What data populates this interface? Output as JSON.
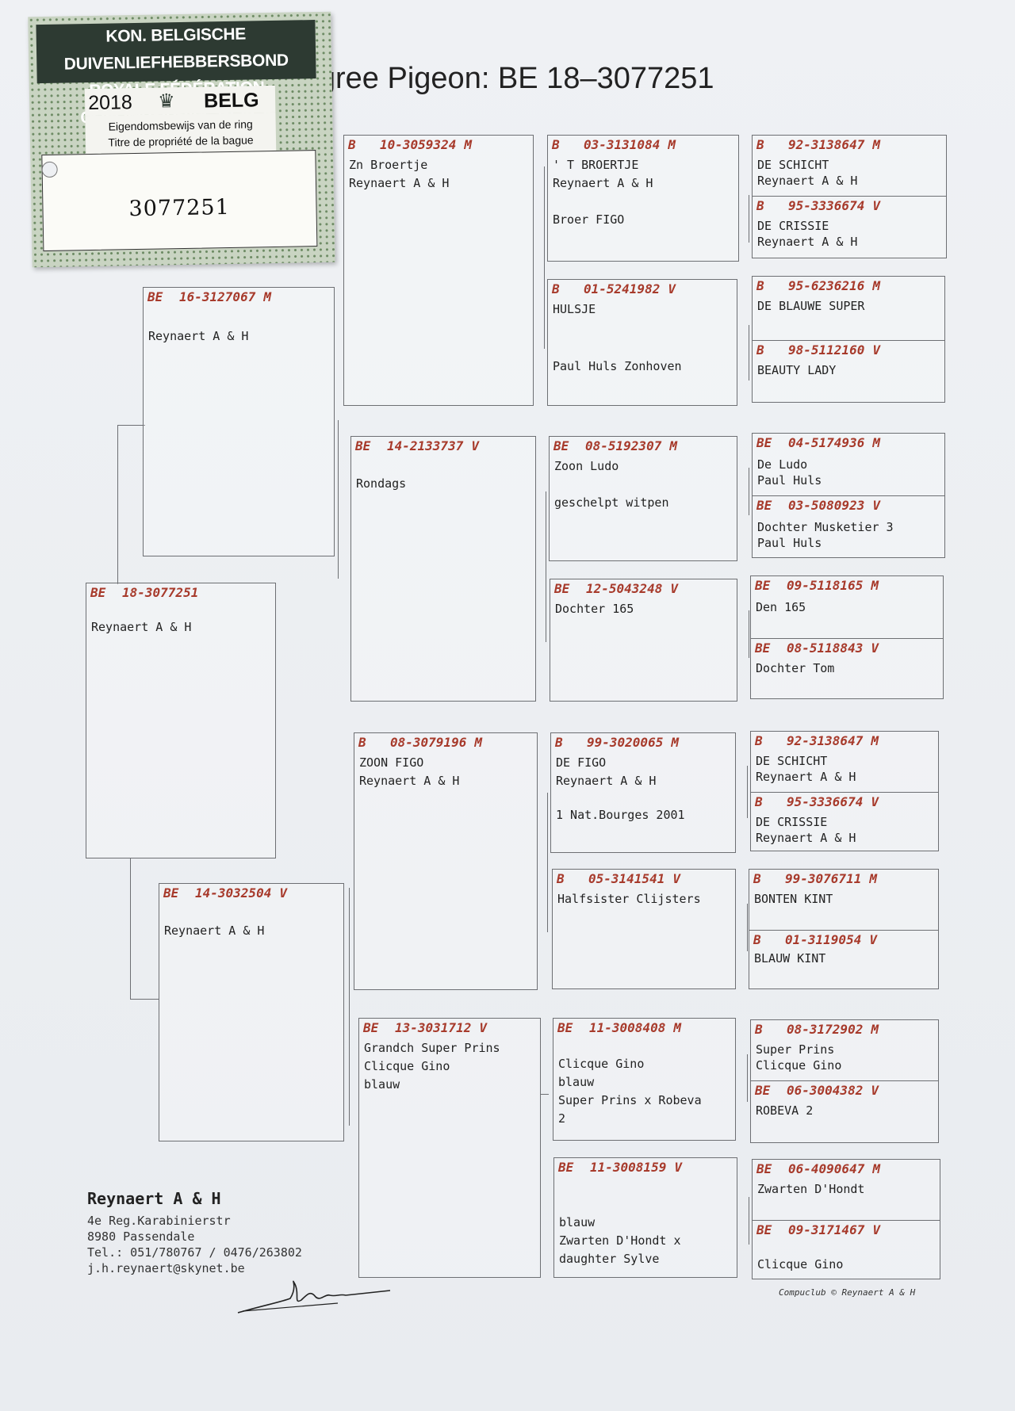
{
  "title": "ligree Pigeon: BE 18–3077251",
  "ring_card": {
    "federation_nl": "KON. BELGISCHE DUIVENLIEFHEBBERSBOND",
    "federation_fr": "ROYALE FÉDÉRATION COLOMBOPHILE BELGE",
    "year": "2018",
    "country": "BELG",
    "label_nl": "Eigendomsbewijs van de ring",
    "label_fr": "Titre de propriété de la bague",
    "ring_number": "3077251",
    "crown_icon": "crown-icon"
  },
  "pigeons": {
    "subject": {
      "country": "BE",
      "ring": "18-3077251",
      "sex": "",
      "lines": [
        "Reynaert A & H"
      ]
    },
    "father": {
      "country": "BE",
      "ring": "16-3127067",
      "sex": "M",
      "lines": [
        "Reynaert A & H"
      ]
    },
    "mother": {
      "country": "BE",
      "ring": "14-3032504",
      "sex": "V",
      "lines": [
        "Reynaert A & H"
      ]
    },
    "ff": {
      "country": "B",
      "ring": "10-3059324",
      "sex": "M",
      "lines": [
        "Zn Broertje",
        "Reynaert A & H"
      ]
    },
    "fm": {
      "country": "BE",
      "ring": "14-2133737",
      "sex": "V",
      "lines": [
        "Rondags"
      ]
    },
    "mf": {
      "country": "B",
      "ring": "08-3079196",
      "sex": "M",
      "lines": [
        "ZOON FIGO",
        "Reynaert A & H"
      ]
    },
    "mm": {
      "country": "BE",
      "ring": "13-3031712",
      "sex": "V",
      "lines": [
        "Grandch Super Prins",
        "Clicque Gino",
        "blauw"
      ]
    },
    "fff": {
      "country": "B",
      "ring": "03-3131084",
      "sex": "M",
      "lines": [
        "' T BROERTJE",
        "Reynaert A & H",
        "",
        "Broer FIGO"
      ]
    },
    "ffm": {
      "country": "B",
      "ring": "01-5241982",
      "sex": "V",
      "lines": [
        "HULSJE",
        "",
        "",
        "Paul Huls Zonhoven"
      ]
    },
    "fmf": {
      "country": "BE",
      "ring": "08-5192307",
      "sex": "M",
      "lines": [
        "Zoon Ludo",
        "",
        "geschelpt witpen"
      ]
    },
    "fmm": {
      "country": "BE",
      "ring": "12-5043248",
      "sex": "V",
      "lines": [
        "Dochter 165"
      ]
    },
    "mff": {
      "country": "B",
      "ring": "99-3020065",
      "sex": "M",
      "lines": [
        "DE FIGO",
        "Reynaert A & H",
        "",
        "1 Nat.Bourges 2001"
      ]
    },
    "mfm": {
      "country": "B",
      "ring": "05-3141541",
      "sex": "V",
      "lines": [
        "Halfsister Clijsters"
      ]
    },
    "mmf": {
      "country": "BE",
      "ring": "11-3008408",
      "sex": "M",
      "lines": [
        "",
        "Clicque Gino",
        "blauw",
        "Super Prins x Robeva",
        "2"
      ]
    },
    "mmm": {
      "country": "BE",
      "ring": "11-3008159",
      "sex": "V",
      "lines": [
        "",
        "",
        "blauw",
        "Zwarten D'Hondt x",
        "daughter Sylve"
      ]
    },
    "ffff": {
      "country": "B",
      "ring": "92-3138647",
      "sex": "M",
      "lines": [
        "DE SCHICHT",
        "Reynaert A & H"
      ]
    },
    "fffm": {
      "country": "B",
      "ring": "95-3336674",
      "sex": "V",
      "lines": [
        "DE CRISSIE",
        "Reynaert A & H"
      ]
    },
    "ffmf": {
      "country": "B",
      "ring": "95-6236216",
      "sex": "M",
      "lines": [
        "DE BLAUWE SUPER"
      ]
    },
    "ffmm": {
      "country": "B",
      "ring": "98-5112160",
      "sex": "V",
      "lines": [
        "BEAUTY LADY"
      ]
    },
    "fmff": {
      "country": "BE",
      "ring": "04-5174936",
      "sex": "M",
      "lines": [
        "De Ludo",
        "Paul Huls"
      ]
    },
    "fmfm": {
      "country": "BE",
      "ring": "03-5080923",
      "sex": "V",
      "lines": [
        "Dochter Musketier 3",
        "Paul Huls"
      ]
    },
    "fmmf": {
      "country": "BE",
      "ring": "09-5118165",
      "sex": "M",
      "lines": [
        "Den 165"
      ]
    },
    "fmmm": {
      "country": "BE",
      "ring": "08-5118843",
      "sex": "V",
      "lines": [
        "Dochter Tom"
      ]
    },
    "mfff": {
      "country": "B",
      "ring": "92-3138647",
      "sex": "M",
      "lines": [
        "DE SCHICHT",
        "Reynaert A & H"
      ]
    },
    "mffm": {
      "country": "B",
      "ring": "95-3336674",
      "sex": "V",
      "lines": [
        "DE CRISSIE",
        "Reynaert A & H"
      ]
    },
    "mfmf": {
      "country": "B",
      "ring": "99-3076711",
      "sex": "M",
      "lines": [
        "BONTEN KINT"
      ]
    },
    "mfmm": {
      "country": "B",
      "ring": "01-3119054",
      "sex": "V",
      "lines": [
        "BLAUW KINT"
      ]
    },
    "mmff": {
      "country": "B",
      "ring": "08-3172902",
      "sex": "M",
      "lines": [
        "Super Prins",
        "Clicque Gino"
      ]
    },
    "mmfm": {
      "country": "BE",
      "ring": "06-3004382",
      "sex": "V",
      "lines": [
        "ROBEVA 2"
      ]
    },
    "mmmf": {
      "country": "BE",
      "ring": "06-4090647",
      "sex": "M",
      "lines": [
        "Zwarten D'Hondt"
      ]
    },
    "mmmm": {
      "country": "BE",
      "ring": "09-3171467",
      "sex": "V",
      "lines": [
        "",
        "",
        "Clicque Gino"
      ]
    }
  },
  "owner": {
    "name": "Reynaert A & H",
    "lines": [
      "4e Reg.Karabinierstr",
      "8980  Passendale",
      "Tel.: 051/780767 / 0476/263802",
      "j.h.reynaert@skynet.be"
    ]
  },
  "footer_credit": "Compuclub © Reynaert A & H",
  "colors": {
    "ring_text": "#a73a2b",
    "card_header": "#2d3a32",
    "card_dots": "#6c8a63"
  }
}
